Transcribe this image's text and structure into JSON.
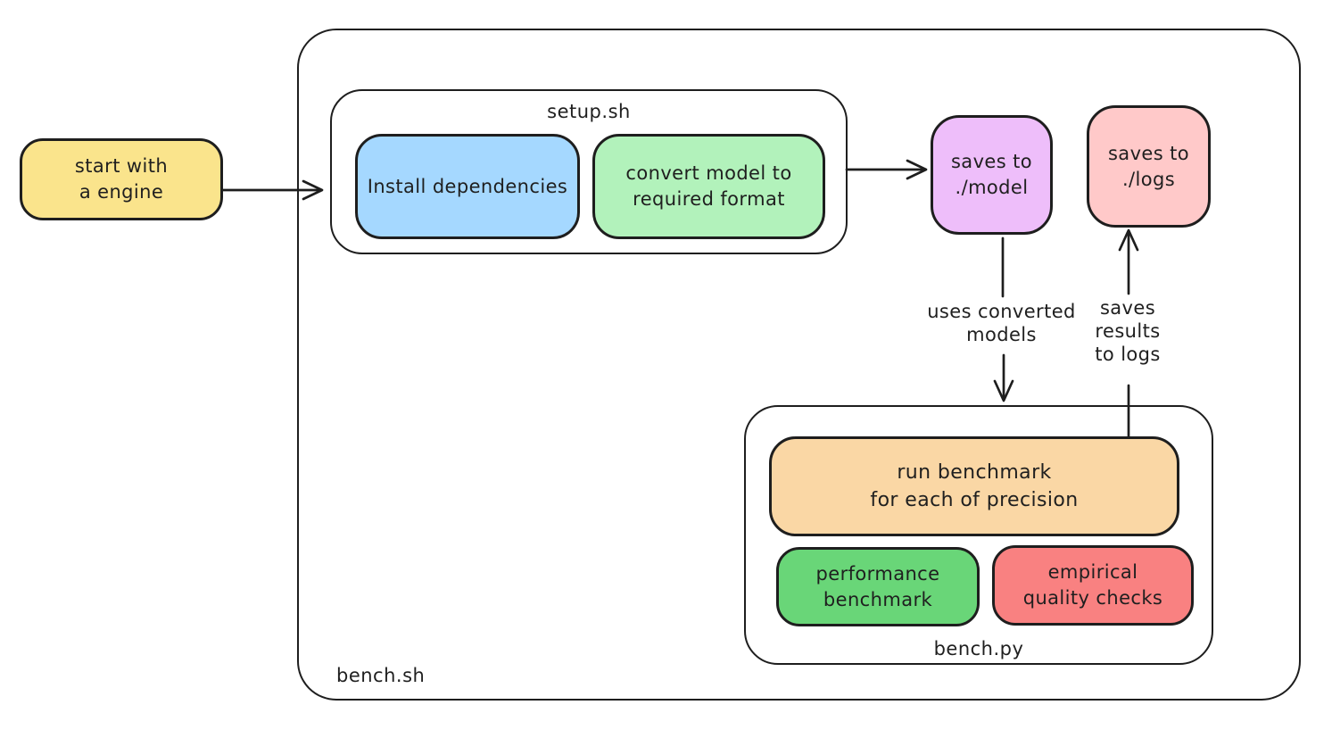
{
  "canvas": {
    "background": "#ffffff",
    "stroke_color": "#1e1e1e",
    "text_color": "#1f1f1f"
  },
  "groups": {
    "bench_sh": {
      "label": "bench.sh"
    },
    "setup_sh": {
      "label": "setup.sh"
    },
    "bench_py": {
      "label": "bench.py"
    }
  },
  "nodes": {
    "start_engine": {
      "line1": "start with",
      "line2": "a engine",
      "fill": "#FAE48C"
    },
    "install_dependencies": {
      "label": "Install dependencies",
      "fill": "#A5D8FF"
    },
    "convert_model": {
      "line1": "convert model to",
      "line2": "required format",
      "fill": "#B2F2BB"
    },
    "saves_to_model": {
      "line1": "saves to",
      "line2": "./model",
      "fill": "#EEBEFA"
    },
    "saves_to_logs": {
      "line1": "saves to",
      "line2": "./logs",
      "fill": "#FFC9C9"
    },
    "run_benchmark": {
      "line1": "run benchmark",
      "line2": "for each of precision",
      "fill": "#FAD7A5"
    },
    "performance_benchmark": {
      "line1": "performance",
      "line2": "benchmark",
      "fill": "#69D678"
    },
    "empirical_quality": {
      "line1": "empirical",
      "line2": "quality checks",
      "fill": "#F98181"
    }
  },
  "edge_labels": {
    "uses_converted": {
      "line1": "uses converted",
      "line2": "models"
    },
    "saves_results": {
      "line1": "saves",
      "line2": "results",
      "line3": "to logs"
    }
  }
}
